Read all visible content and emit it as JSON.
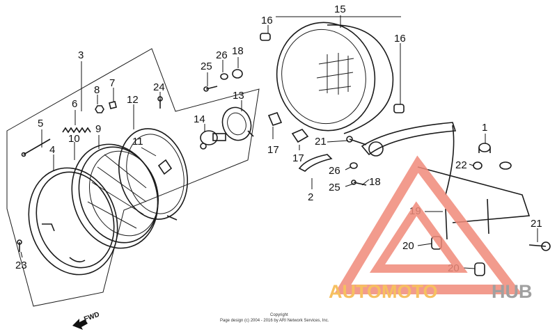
{
  "diagram": {
    "callouts": {
      "n1": "1",
      "n2": "2",
      "n3": "3",
      "n4": "4",
      "n5": "5",
      "n6": "6",
      "n7": "7",
      "n8": "8",
      "n9": "9",
      "n10": "10",
      "n11": "11",
      "n12": "12",
      "n13": "13",
      "n14": "14",
      "n15": "15",
      "n16a": "16",
      "n16b": "16",
      "n17a": "17",
      "n17b": "17",
      "n18a": "18",
      "n18b": "18",
      "n19": "19",
      "n20a": "20",
      "n20b": "20",
      "n21a": "21",
      "n21b": "21",
      "n22": "22",
      "n23": "23",
      "n24": "24",
      "n25a": "25",
      "n25b": "25",
      "n26a": "26",
      "n26b": "26"
    },
    "fwd_label": "FWD",
    "copyright_line1": "Copyright",
    "copyright_line2": "Page design (c) 2004 - 2016 by ARI Network Services, Inc."
  },
  "watermark": {
    "brand_part1": "AUTOMOTO",
    "brand_part2": "HUB",
    "color_primary": "#f08a7a",
    "color_accent": "#f6c060",
    "color_dark": "#a0a0a0"
  }
}
